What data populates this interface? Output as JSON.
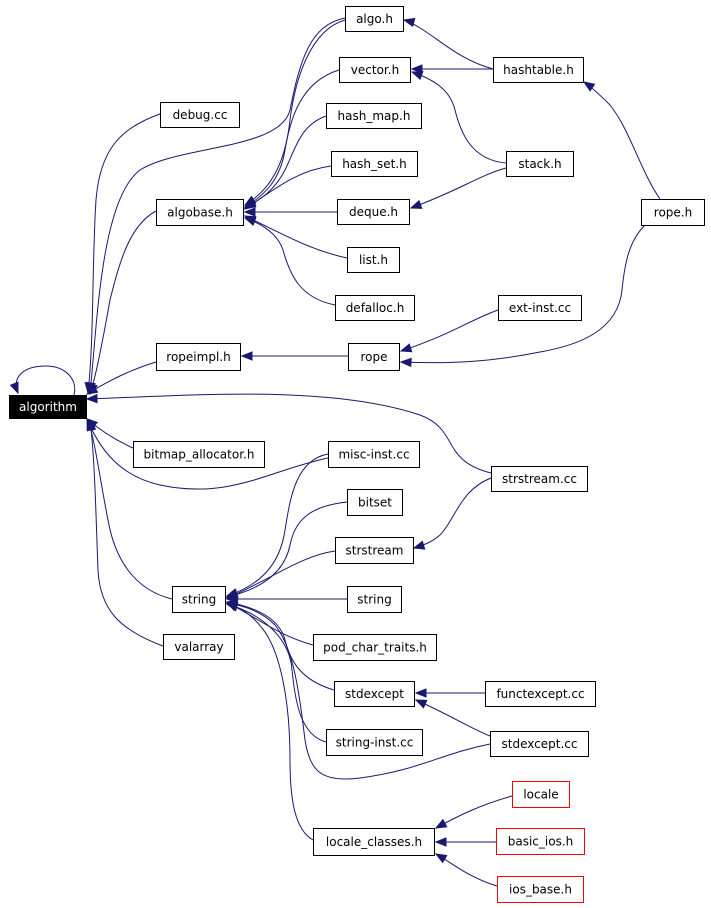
{
  "colors": {
    "edge": "#191970",
    "node_border": "#000000",
    "node_border_red": "#ff0000",
    "root_fill": "#000000",
    "root_text": "#ffffff"
  },
  "nodes": [
    {
      "id": "algorithm",
      "label": "algorithm",
      "style": "root"
    },
    {
      "id": "debug_cc",
      "label": "debug.cc"
    },
    {
      "id": "algobase_h",
      "label": "algobase.h"
    },
    {
      "id": "ropeimpl_h",
      "label": "ropeimpl.h"
    },
    {
      "id": "bitmap_allocator_h",
      "label": "bitmap_allocator.h"
    },
    {
      "id": "string_node",
      "label": "string"
    },
    {
      "id": "valarray",
      "label": "valarray"
    },
    {
      "id": "algo_h",
      "label": "algo.h"
    },
    {
      "id": "vector_h",
      "label": "vector.h"
    },
    {
      "id": "hash_map_h",
      "label": "hash_map.h"
    },
    {
      "id": "hash_set_h",
      "label": "hash_set.h"
    },
    {
      "id": "deque_h",
      "label": "deque.h"
    },
    {
      "id": "list_h",
      "label": "list.h"
    },
    {
      "id": "defalloc_h",
      "label": "defalloc.h"
    },
    {
      "id": "rope",
      "label": "rope"
    },
    {
      "id": "misc_inst_cc",
      "label": "misc-inst.cc"
    },
    {
      "id": "bitset",
      "label": "bitset"
    },
    {
      "id": "strstream",
      "label": "strstream"
    },
    {
      "id": "string2",
      "label": "string"
    },
    {
      "id": "pod_char_traits_h",
      "label": "pod_char_traits.h"
    },
    {
      "id": "stdexcept",
      "label": "stdexcept"
    },
    {
      "id": "string_inst_cc",
      "label": "string-inst.cc"
    },
    {
      "id": "locale_classes_h",
      "label": "locale_classes.h"
    },
    {
      "id": "hashtable_h",
      "label": "hashtable.h"
    },
    {
      "id": "stack_h",
      "label": "stack.h"
    },
    {
      "id": "ext_inst_cc",
      "label": "ext-inst.cc"
    },
    {
      "id": "strstream_cc",
      "label": "strstream.cc"
    },
    {
      "id": "functexcept_cc",
      "label": "functexcept.cc"
    },
    {
      "id": "stdexcept_cc",
      "label": "stdexcept.cc"
    },
    {
      "id": "locale",
      "label": "locale",
      "style": "red"
    },
    {
      "id": "basic_ios_h",
      "label": "basic_ios.h",
      "style": "red"
    },
    {
      "id": "ios_base_h",
      "label": "ios_base.h",
      "style": "red"
    },
    {
      "id": "rope_h",
      "label": "rope.h"
    }
  ],
  "edges": [
    {
      "from": "algorithm",
      "to": "algorithm"
    },
    {
      "from": "debug_cc",
      "to": "algorithm"
    },
    {
      "from": "algobase_h",
      "to": "algorithm"
    },
    {
      "from": "ropeimpl_h",
      "to": "algorithm"
    },
    {
      "from": "bitmap_allocator_h",
      "to": "algorithm"
    },
    {
      "from": "string_node",
      "to": "algorithm"
    },
    {
      "from": "valarray",
      "to": "algorithm"
    },
    {
      "from": "algo_h",
      "to": "algorithm"
    },
    {
      "from": "misc_inst_cc",
      "to": "algorithm"
    },
    {
      "from": "strstream_cc",
      "to": "algorithm"
    },
    {
      "from": "algo_h",
      "to": "algobase_h"
    },
    {
      "from": "vector_h",
      "to": "algobase_h"
    },
    {
      "from": "hash_map_h",
      "to": "algobase_h"
    },
    {
      "from": "hash_set_h",
      "to": "algobase_h"
    },
    {
      "from": "deque_h",
      "to": "algobase_h"
    },
    {
      "from": "list_h",
      "to": "algobase_h"
    },
    {
      "from": "defalloc_h",
      "to": "algobase_h"
    },
    {
      "from": "rope",
      "to": "ropeimpl_h"
    },
    {
      "from": "misc_inst_cc",
      "to": "string_node"
    },
    {
      "from": "bitset",
      "to": "string_node"
    },
    {
      "from": "strstream",
      "to": "string_node"
    },
    {
      "from": "string2",
      "to": "string_node"
    },
    {
      "from": "pod_char_traits_h",
      "to": "string_node"
    },
    {
      "from": "stdexcept",
      "to": "string_node"
    },
    {
      "from": "string_inst_cc",
      "to": "string_node"
    },
    {
      "from": "locale_classes_h",
      "to": "string_node"
    },
    {
      "from": "stdexcept_cc",
      "to": "string_node"
    },
    {
      "from": "hashtable_h",
      "to": "algo_h"
    },
    {
      "from": "hashtable_h",
      "to": "vector_h"
    },
    {
      "from": "stack_h",
      "to": "vector_h"
    },
    {
      "from": "stack_h",
      "to": "deque_h"
    },
    {
      "from": "ext_inst_cc",
      "to": "rope"
    },
    {
      "from": "rope_h",
      "to": "rope"
    },
    {
      "from": "rope_h",
      "to": "hashtable_h"
    },
    {
      "from": "strstream_cc",
      "to": "strstream"
    },
    {
      "from": "functexcept_cc",
      "to": "stdexcept"
    },
    {
      "from": "stdexcept_cc",
      "to": "stdexcept"
    },
    {
      "from": "locale",
      "to": "locale_classes_h"
    },
    {
      "from": "basic_ios_h",
      "to": "locale_classes_h"
    },
    {
      "from": "ios_base_h",
      "to": "locale_classes_h"
    }
  ]
}
